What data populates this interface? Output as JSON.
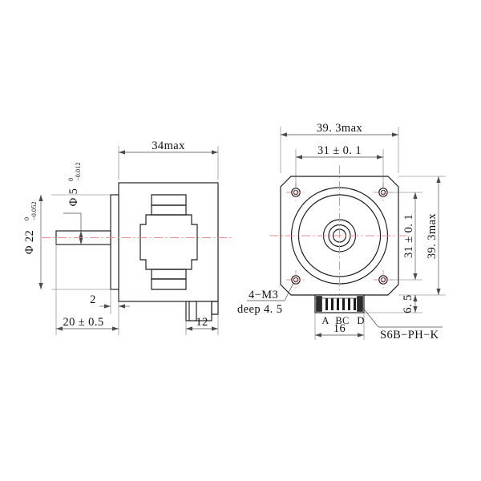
{
  "drawing": {
    "kind": "mechanical-dimension-drawing",
    "subject": "NEMA 16 stepper motor outline drawing",
    "background_color": "#ffffff",
    "line_color": "#1a1a1a",
    "centerline_color": "#ef8a8a"
  },
  "side_view": {
    "name": "side-elevation-view",
    "dimensions": {
      "overall_length": "34max",
      "shaft_length": "20 ± 0.5",
      "shaft_step": "2",
      "connector_width": "12"
    },
    "diameters": {
      "pilot_symbol": "Φ 22",
      "pilot_tol_upper": "0",
      "pilot_tol_lower": "−0.052",
      "shaft_symbol": "Φ 5",
      "shaft_tol_upper": "0",
      "shaft_tol_lower": "−0.012"
    }
  },
  "front_view": {
    "name": "front-face-view",
    "dimensions": {
      "width_overall": "39. 3max",
      "width_bolt_circle": "31 ± 0. 1",
      "height_bolt_circle": "31 ± 0. 1",
      "height_overall": "39. 3max",
      "connector_height": "6. 5",
      "connector_width": "16"
    },
    "annotations": {
      "thread_callout_line1": "4−M3",
      "thread_callout_line2": "deep  4. 5",
      "connector_part_number": "S6B−PH−K"
    },
    "pin_labels": {
      "a": "A",
      "bc": "BC",
      "d": "D"
    }
  }
}
